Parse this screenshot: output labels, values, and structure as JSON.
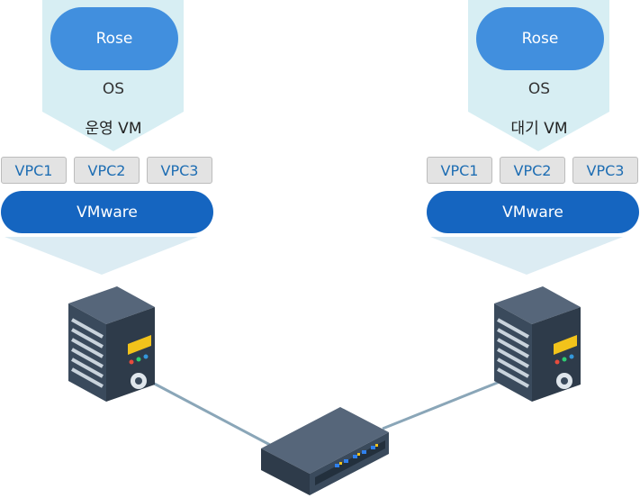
{
  "left": {
    "app_label": "Rose",
    "os_label": "OS",
    "vm_label": "운영 VM",
    "vpcs": [
      "VPC1",
      "VPC2",
      "VPC3"
    ],
    "hypervisor_label": "VMware"
  },
  "right": {
    "app_label": "Rose",
    "os_label": "OS",
    "vm_label": "대기 VM",
    "vpcs": [
      "VPC1",
      "VPC2",
      "VPC3"
    ],
    "hypervisor_label": "VMware"
  },
  "colors": {
    "panel": "#d7eef3",
    "app_pill": "#418fde",
    "hypervisor": "#1565c0",
    "vpc_text": "#1d6db3",
    "link_line": "#8aa6b8",
    "server_body": "#3a4a5c",
    "server_top": "#2e3b4a",
    "led_yellow": "#f2c31b"
  }
}
